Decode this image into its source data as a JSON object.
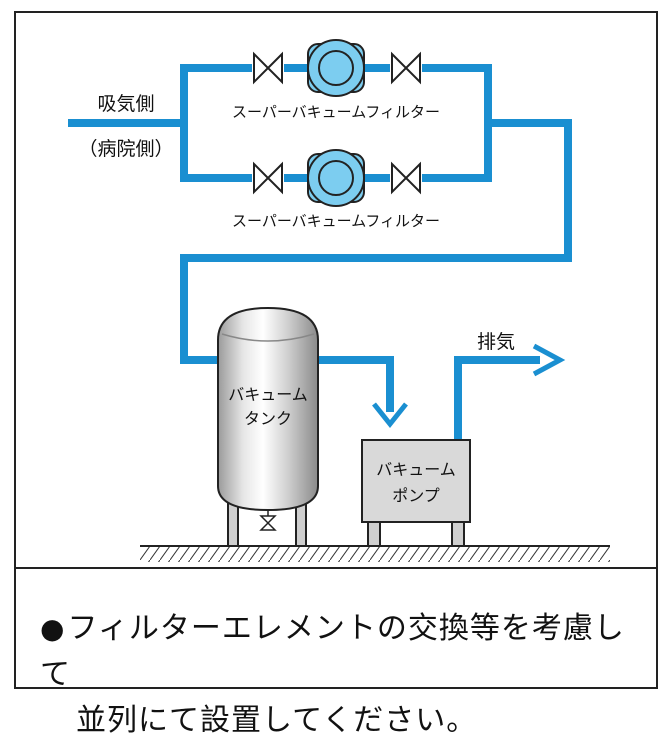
{
  "labels": {
    "intake_title": "吸気側",
    "intake_sub": "（病院側）",
    "filter_top": "スーパーバキュームフィルター",
    "filter_bottom": "スーパーバキュームフィルター",
    "exhaust": "排気",
    "tank_line1": "バキューム",
    "tank_line2": "タンク",
    "pump_line1": "バキューム",
    "pump_line2": "ポンプ"
  },
  "note": {
    "bullet": "●",
    "line1": "フィルターエレメントの交換等を考慮して",
    "line2": "並列にて設置してください。"
  },
  "colors": {
    "pipe": "#1a8fd1",
    "filter_fill": "#7ccdf0",
    "pump_fill": "#d9d9d9",
    "frame": "#222222"
  }
}
